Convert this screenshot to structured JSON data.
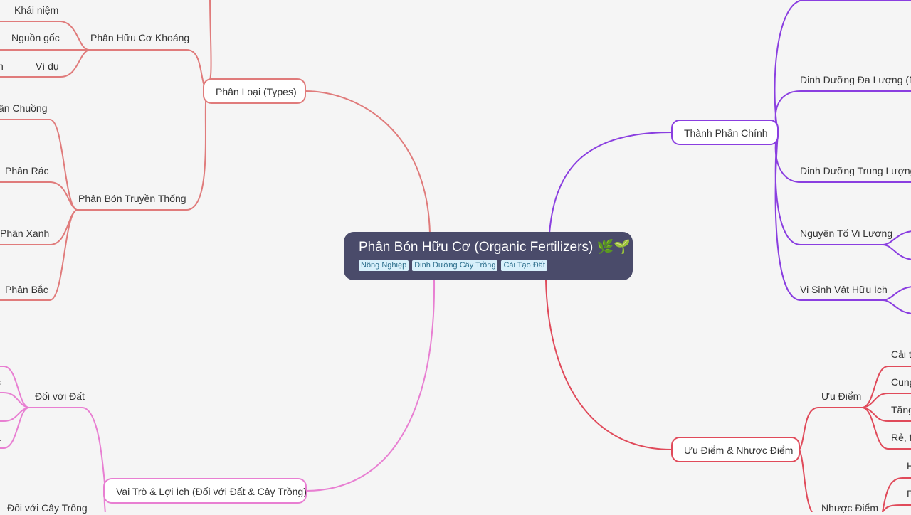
{
  "root": {
    "title": "Phân Bón Hữu Cơ (Organic Fertilizers) 🌿🌱",
    "tags": [
      "Nông Nghiệp",
      "Dinh Dưỡng Cây Trồng",
      "Cải Tạo Đất"
    ]
  },
  "branches": {
    "types": {
      "label": "Phân Loại (Types)",
      "color": "#e07b7b",
      "huu_co_khoang": {
        "label": "Phân Hữu Cơ Khoáng",
        "khai_niem": "Khái niệm",
        "nguon_goc": "Nguồn gốc",
        "vi_du": "Ví dụ",
        "cut_fragment": "n"
      },
      "truyen_thong": {
        "label": "Phân Bón Truyền Thống",
        "chuong": "ân Chuồng",
        "rac": "Phân Rác",
        "xanh": "Phân Xanh",
        "bac": "Phân Bắc"
      }
    },
    "role": {
      "label": "Vai Trò & Lợi Ích (Đối với Đất & Cây Trồng)",
      "color": "#e87fd2",
      "soil": "Đối với Đất",
      "crop": "Đối với Cây Trồng",
      "frag1": "c",
      "frag2": "i",
      "frag3": "a"
    },
    "components": {
      "label": "Thành Phần Chính",
      "color": "#8a3ee0",
      "macro": "Dinh Dưỡng Đa Lượng (NP",
      "meso": "Dinh Dưỡng Trung Lượng",
      "micro": "Nguyên Tố Vi Lượng",
      "microbe": "Vi Sinh Vật Hữu Ích"
    },
    "pros_cons": {
      "label": "Ưu Điểm & Nhược Điểm",
      "color": "#e04a5a",
      "pros": {
        "label": "Ưu Điểm",
        "p1": "Cải t",
        "p2": "Cung",
        "p3": "Tăng",
        "p4": "Rẻ, t"
      },
      "cons": {
        "label": "Nhược Điểm",
        "c1": "H",
        "c2": "P"
      }
    }
  }
}
